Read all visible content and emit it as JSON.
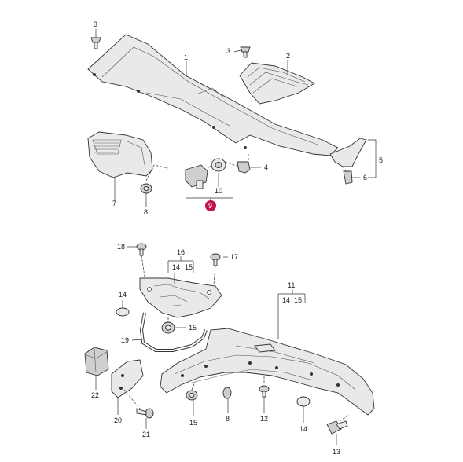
{
  "diagram": {
    "callouts": {
      "c1": "1",
      "c2": "2",
      "c3a": "3",
      "c3b": "3",
      "c4": "4",
      "c5": "5",
      "c6": "6",
      "c7": "7",
      "c8a": "8",
      "c9": "9",
      "c10": "10",
      "c11": "11",
      "c11_14": "14",
      "c11_15": "15",
      "c12": "12",
      "c13": "13",
      "c14a": "14",
      "c14b": "14",
      "c15a": "15",
      "c15b": "15",
      "c16": "16",
      "c16_14": "14",
      "c16_15": "15",
      "c17": "17",
      "c18": "18",
      "c19": "19",
      "c20": "20",
      "c21": "21",
      "c22": "22",
      "c8b": "8"
    },
    "highlight_color": "#c0144c"
  }
}
